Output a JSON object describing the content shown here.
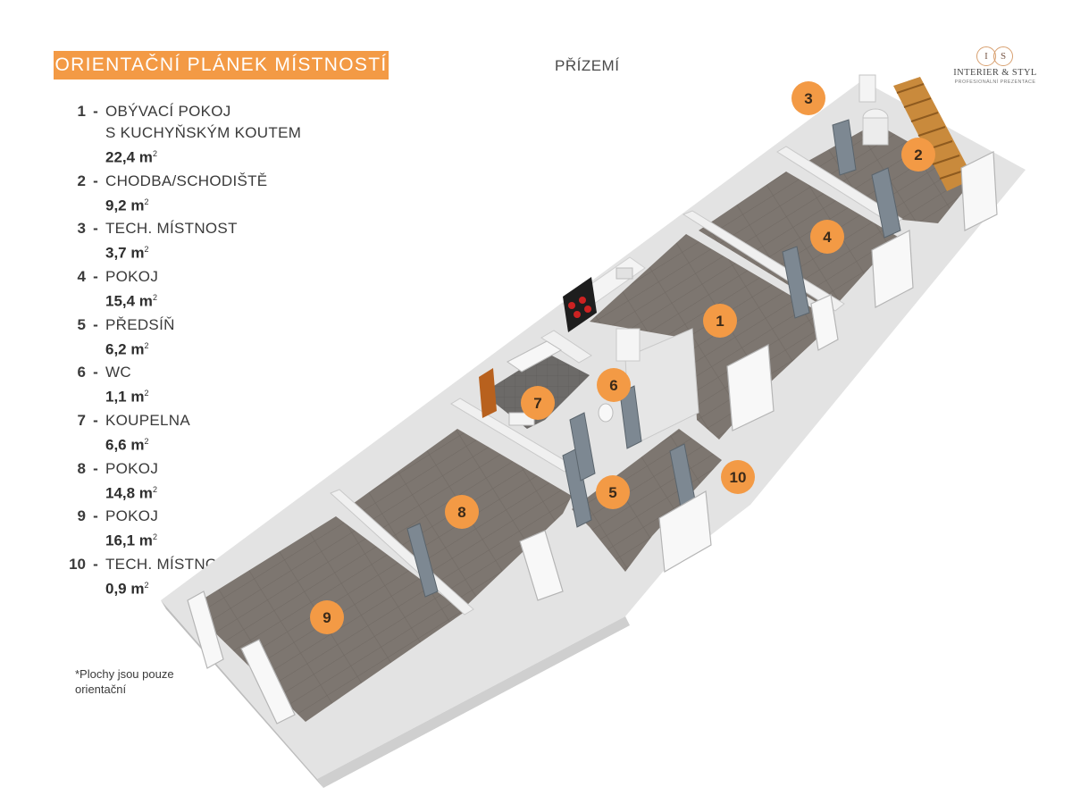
{
  "title": "ORIENTAČNÍ PLÁNEK MÍSTNOSTÍ",
  "floor": "PŘÍZEMÍ",
  "logo": {
    "mark_left": "I",
    "mark_right": "S",
    "name": "INTERIER & STYL",
    "tagline": "PROFESIONÁLNÍ PREZENTACE"
  },
  "accent_color": "#f39a45",
  "rooms": [
    {
      "number": "1",
      "dash": "-",
      "name": "OBÝVACÍ POKOJ",
      "name2": "S KUCHYŇSKÝM KOUTEM",
      "area": "22,4 m",
      "unit_exp": "2"
    },
    {
      "number": "2",
      "dash": "-",
      "name": "CHODBA/SCHODIŠTĚ",
      "area": "9,2 m",
      "unit_exp": "2"
    },
    {
      "number": "3",
      "dash": "-",
      "name": "TECH. MÍSTNOST",
      "area": "3,7 m",
      "unit_exp": "2"
    },
    {
      "number": "4",
      "dash": "-",
      "name": "POKOJ",
      "area": "15,4 m",
      "unit_exp": "2"
    },
    {
      "number": "5",
      "dash": "-",
      "name": "PŘEDSÍŇ",
      "area": "6,2 m",
      "unit_exp": "2"
    },
    {
      "number": "6",
      "dash": "-",
      "name": "WC",
      "area": "1,1 m",
      "unit_exp": "2"
    },
    {
      "number": "7",
      "dash": "-",
      "name": "KOUPELNA",
      "area": "6,6 m",
      "unit_exp": "2"
    },
    {
      "number": "8",
      "dash": "-",
      "name": "POKOJ",
      "area": "14,8 m",
      "unit_exp": "2"
    },
    {
      "number": "9",
      "dash": "-",
      "name": "POKOJ",
      "area": "16,1 m",
      "unit_exp": "2"
    },
    {
      "number": "10",
      "dash": "-",
      "name": "TECH. MÍSTNOST",
      "area": "0,9 m",
      "unit_exp": "2"
    }
  ],
  "note": {
    "line1": "*Plochy jsou pouze",
    "line2": "orientační"
  },
  "plan_markers": [
    "1",
    "2",
    "3",
    "4",
    "5",
    "6",
    "7",
    "8",
    "9",
    "10"
  ]
}
